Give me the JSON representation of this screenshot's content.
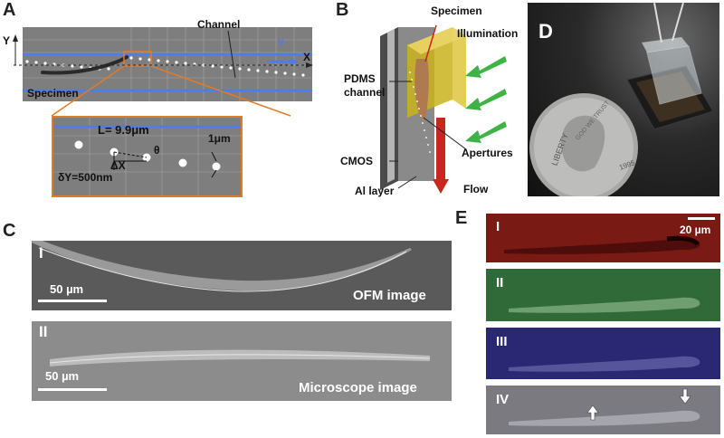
{
  "panels": {
    "A": {
      "label": "A",
      "axis_y": "Y",
      "axis_x": "X",
      "velocity": "v",
      "channel": "Channel",
      "specimen": "Specimen",
      "inset": {
        "L": "L= 9.9μm",
        "dx": "ΔX",
        "theta": "θ",
        "dy": "δY=500nm",
        "pitch": "1μm"
      }
    },
    "B": {
      "label": "B",
      "specimen": "Specimen",
      "illumination": "Illumination",
      "pdms1": "PDMS",
      "pdms2": "channel",
      "apertures": "Apertures",
      "cmos": "CMOS",
      "al_layer": "Al layer",
      "flow": "Flow"
    },
    "D": {
      "label": "D",
      "coin_text1": "LIBERTY",
      "coin_year": "1995",
      "coin_text2": "GOD WE TRUST"
    },
    "C": {
      "label": "C",
      "img1": {
        "numeral": "I",
        "scale": "50 µm",
        "caption": "OFM image"
      },
      "img2": {
        "numeral": "II",
        "scale": "50 µm",
        "caption": "Microscope image"
      }
    },
    "E": {
      "label": "E",
      "scale": "20 µm",
      "rows": [
        {
          "numeral": "I",
          "color": "#7a1a14"
        },
        {
          "numeral": "II",
          "color": "#2f6a38"
        },
        {
          "numeral": "III",
          "color": "#2a2872"
        },
        {
          "numeral": "IV",
          "color": "#7a7a80"
        }
      ]
    }
  }
}
